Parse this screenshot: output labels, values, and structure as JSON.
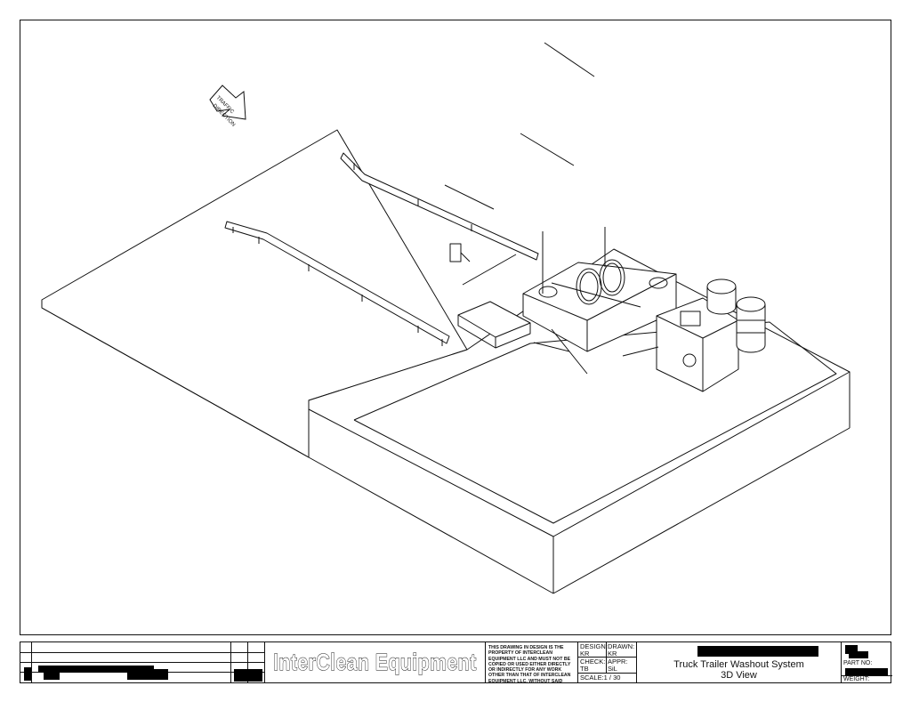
{
  "drawing": {
    "traffic_label": [
      "TRAFFIC",
      "DIRECTION"
    ]
  },
  "title_block": {
    "company": "InterClean Equipment",
    "notice": "THIS DRAWING IN DESIGN IS THE PROPERTY OF INTERCLEAN EQUIPMENT LLC AND MUST NOT BE COPIED OR USED EITHER DIRECTLY OR INDIRECTLY FOR ANY WORK OTHER THAN THAT OF INTERCLEAN EQUIPMENT LLC. WITHOUT SAID COMPANY'S EXPRESSED PERMISSION. ALL RIGHTS OF INVENTION OR DESIGN ARE RESERVED.",
    "design_label": "DESIGN:",
    "design_value": "KR",
    "drawn_label": "DRAWN:",
    "drawn_value": "KR",
    "check_label": "CHECK:",
    "check_value": "TB",
    "appr_label": "APPR:",
    "appr_value": "SiL",
    "scale": "SCALE:1 / 30",
    "title_line1": "Truck Trailer Washout System",
    "title_line2": "3D View",
    "part_no_label": "PART NO:",
    "weight_label": "WEIGHT:"
  }
}
